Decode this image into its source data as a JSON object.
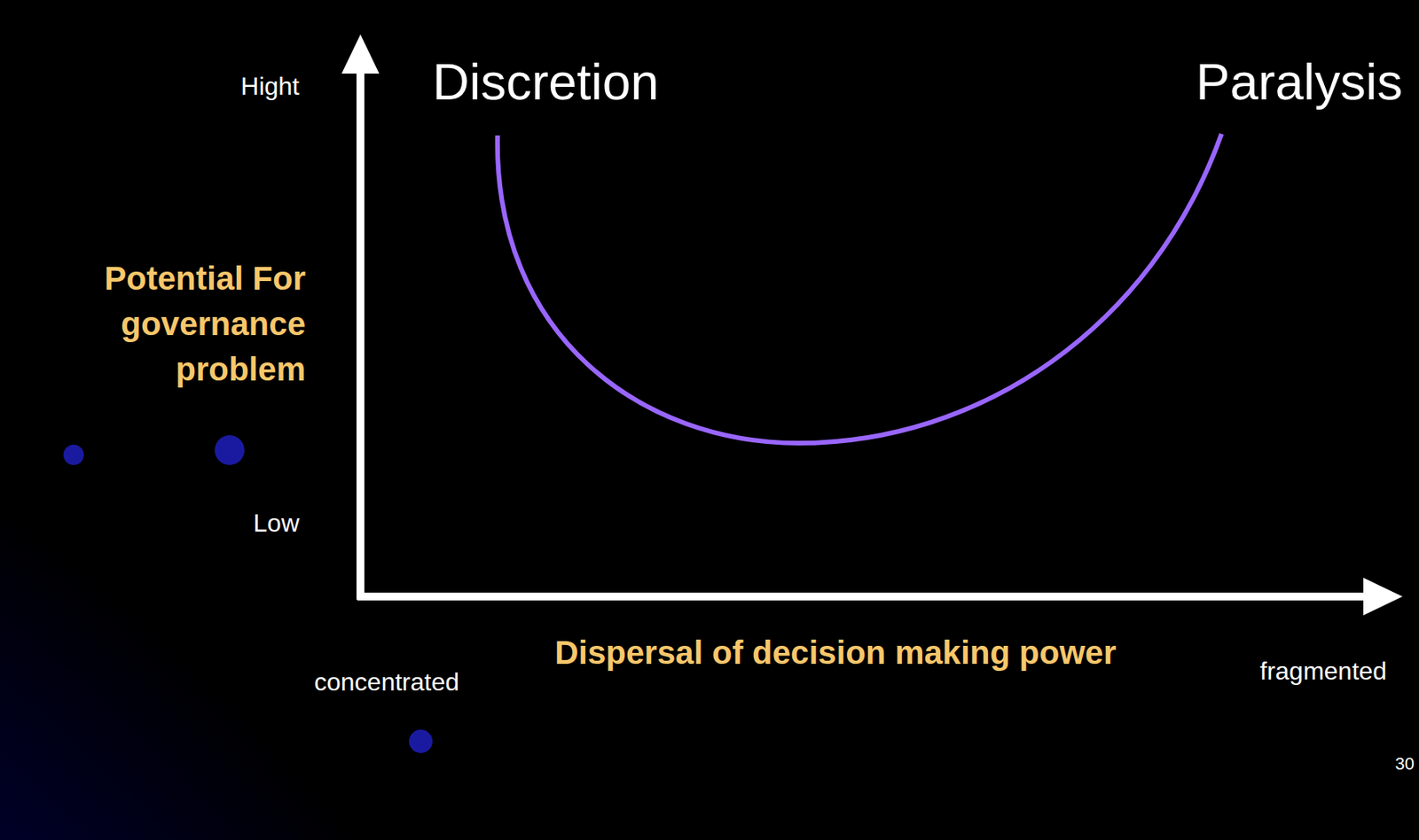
{
  "diagram": {
    "labels": [
      "Discretion",
      "Paralysis",
      "Hight",
      "Potential For governance problem",
      "Low",
      "Dispersal of decision making power",
      "concentrated",
      "fragmented",
      "30"
    ]
  }
}
